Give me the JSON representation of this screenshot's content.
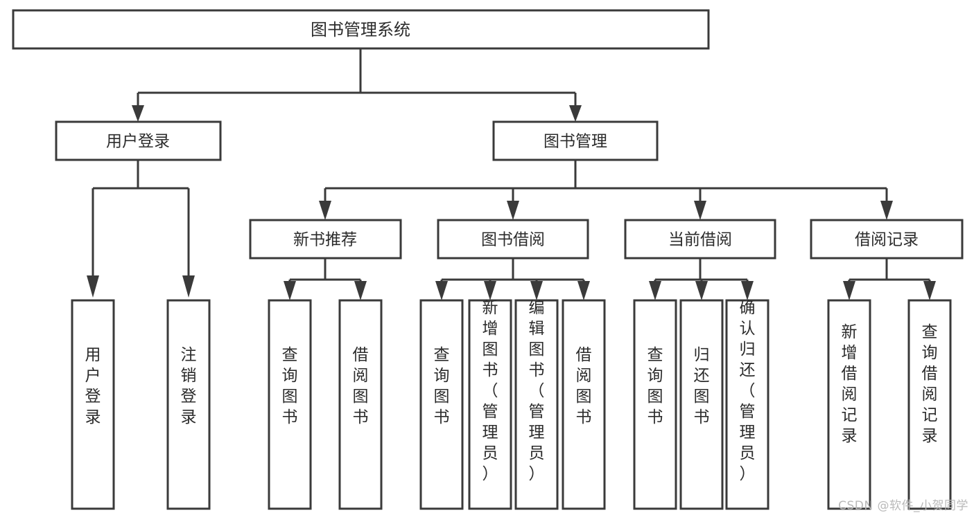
{
  "diagram": {
    "type": "tree",
    "title": "图书管理系统",
    "watermark": "CSDN @软件_小贺同学",
    "colors": {
      "background": "#ffffff",
      "stroke": "#3a3a3a",
      "text": "#2b2b2b",
      "watermark": "#b9b9b9"
    },
    "root": {
      "id": "root",
      "label": "图书管理系统",
      "level": 0
    },
    "level1": [
      {
        "id": "user-login",
        "label": "用户登录"
      },
      {
        "id": "book-manage",
        "label": "图书管理"
      }
    ],
    "level2": [
      {
        "id": "new-book-rec",
        "label": "新书推荐",
        "parent": "book-manage"
      },
      {
        "id": "book-borrow",
        "label": "图书借阅",
        "parent": "book-manage"
      },
      {
        "id": "current-borrow",
        "label": "当前借阅",
        "parent": "book-manage"
      },
      {
        "id": "borrow-record",
        "label": "借阅记录",
        "parent": "book-manage"
      }
    ],
    "leaves": {
      "user-login": [
        {
          "id": "leaf-user-login",
          "label": "用户登录"
        },
        {
          "id": "leaf-user-logout",
          "label": "注销登录"
        }
      ],
      "new-book-rec": [
        {
          "id": "leaf-query-book-1",
          "label": "查询图书"
        },
        {
          "id": "leaf-borrow-book-1",
          "label": "借阅图书"
        }
      ],
      "book-borrow": [
        {
          "id": "leaf-query-book-2",
          "label": "查询图书"
        },
        {
          "id": "leaf-add-book",
          "label": "新增图书（管理员）"
        },
        {
          "id": "leaf-edit-book",
          "label": "编辑图书（管理员）"
        },
        {
          "id": "leaf-borrow-book-2",
          "label": "借阅图书"
        }
      ],
      "current-borrow": [
        {
          "id": "leaf-query-book-3",
          "label": "查询图书"
        },
        {
          "id": "leaf-return-book",
          "label": "归还图书"
        },
        {
          "id": "leaf-confirm-return",
          "label": "确认归还（管理员）"
        }
      ],
      "borrow-record": [
        {
          "id": "leaf-add-record",
          "label": "新增借阅记录"
        },
        {
          "id": "leaf-query-record",
          "label": "查询借阅记录"
        }
      ]
    }
  }
}
